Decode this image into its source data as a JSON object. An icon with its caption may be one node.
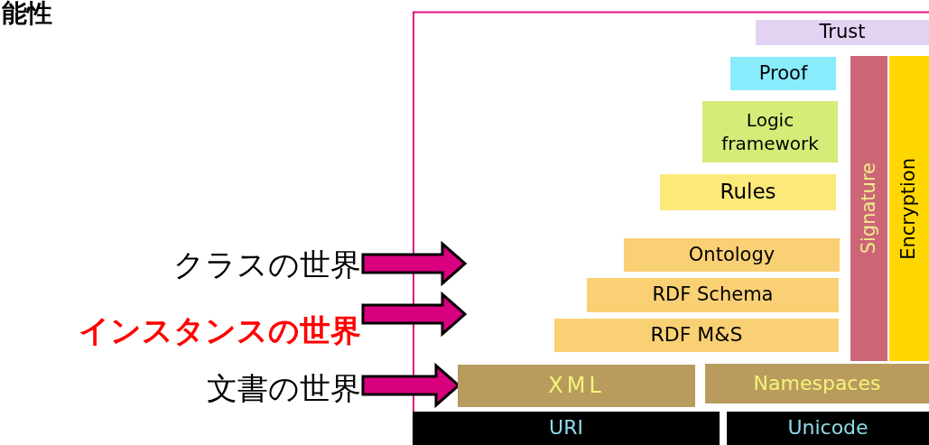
{
  "diagram": {
    "nodes": [
      {
        "text": [
          "Trust"
        ]
      },
      {
        "text": [
          "Proof"
        ]
      },
      {
        "text": [
          "Signature"
        ]
      },
      {
        "text": [
          "Encryption"
        ]
      },
      {
        "text": [
          "Logic framework"
        ]
      },
      {
        "text": [
          "Rules"
        ]
      },
      {
        "text": [
          "クラスの世界"
        ]
      },
      {
        "text": [
          "Ontology"
        ]
      },
      {
        "text": [
          "RDF Schema"
        ]
      },
      {
        "text": [
          "インスタンスの世界"
        ]
      },
      {
        "text": [
          "RDF M&S"
        ]
      },
      {
        "text": [
          "文書の世界"
        ]
      },
      {
        "text": [
          "XML"
        ]
      },
      {
        "text": [
          "Namespaces"
        ]
      },
      {
        "text": [
          "URI"
        ]
      },
      {
        "text": [
          "Unicode"
        ]
      }
    ],
    "edges": [
      {
        "from": 6,
        "to": null,
        "arrow": "to"
      },
      {
        "from": 9,
        "to": null,
        "arrow": "to"
      },
      {
        "from": 11,
        "to": 12,
        "arrow": "to"
      }
    ],
    "labels": [
      "能性"
    ]
  }
}
